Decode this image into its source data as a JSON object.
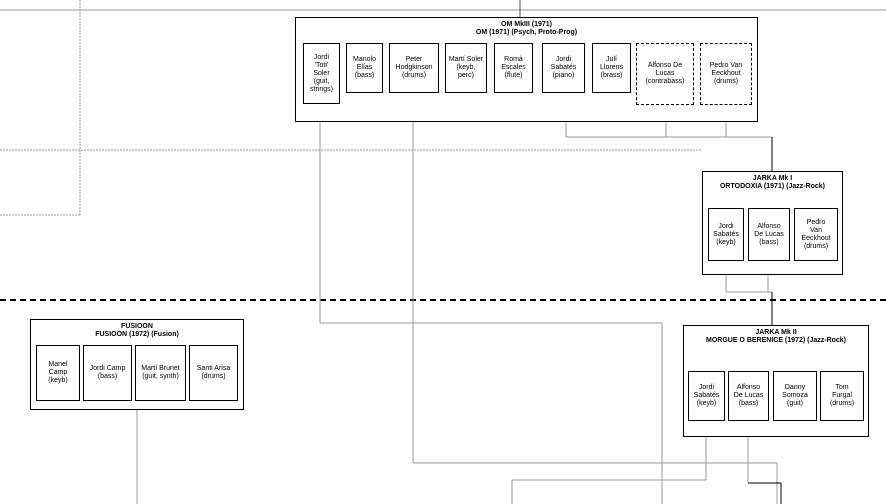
{
  "groups": {
    "om": {
      "title": "OM MkIII  (1971)\nOM (1971) (Psych, Proto-Prog)",
      "members": [
        "Jordi\n'Toti'\nSoler\n(guit,\nstrings)",
        "Manolo\nElías\n(bass)",
        "Peter\nHodgkinson\n(drums)",
        "Martí Soler\n(keyb,\nperc)",
        "Romà\nEscales\n(flute)",
        "Jordi\nSabatés\n(piano)",
        "Julí\nLlorens\n(brass)",
        "Alfonso De\nLucas\n(contrabass)",
        "Pedro Van\nEeckhout\n(drums)"
      ]
    },
    "jarka1": {
      "title": "JARKA Mk I\nORTODOXIA (1971) (Jazz-Rock)",
      "members": [
        "Jordi\nSabatés\n(keyb)",
        "Alfonso\nDe Lucas\n(bass)",
        "Pedro\nVan\nEeckhout\n(drums)"
      ]
    },
    "fusioon": {
      "title": "FUSIOON\nFUSIOON (1972)  (Fusion)",
      "members": [
        "Manel\nCamp\n(keyb)",
        "Jordi Camp\n(bass)",
        "Martí Brunet\n(guit, synth)",
        "Santi Arisa\n(drums)"
      ]
    },
    "jarka2": {
      "title": "JARKA Mk II\nMORGUE O BERENICE (1972) (Jazz-Rock)",
      "members": [
        "Jordi\nSabatés\n(keyb)",
        "Alfonso\nDe Lucas\n(bass)",
        "Danny\nSomoza\n(guit)",
        "Tom\nFurgal\n(drums)"
      ]
    }
  }
}
